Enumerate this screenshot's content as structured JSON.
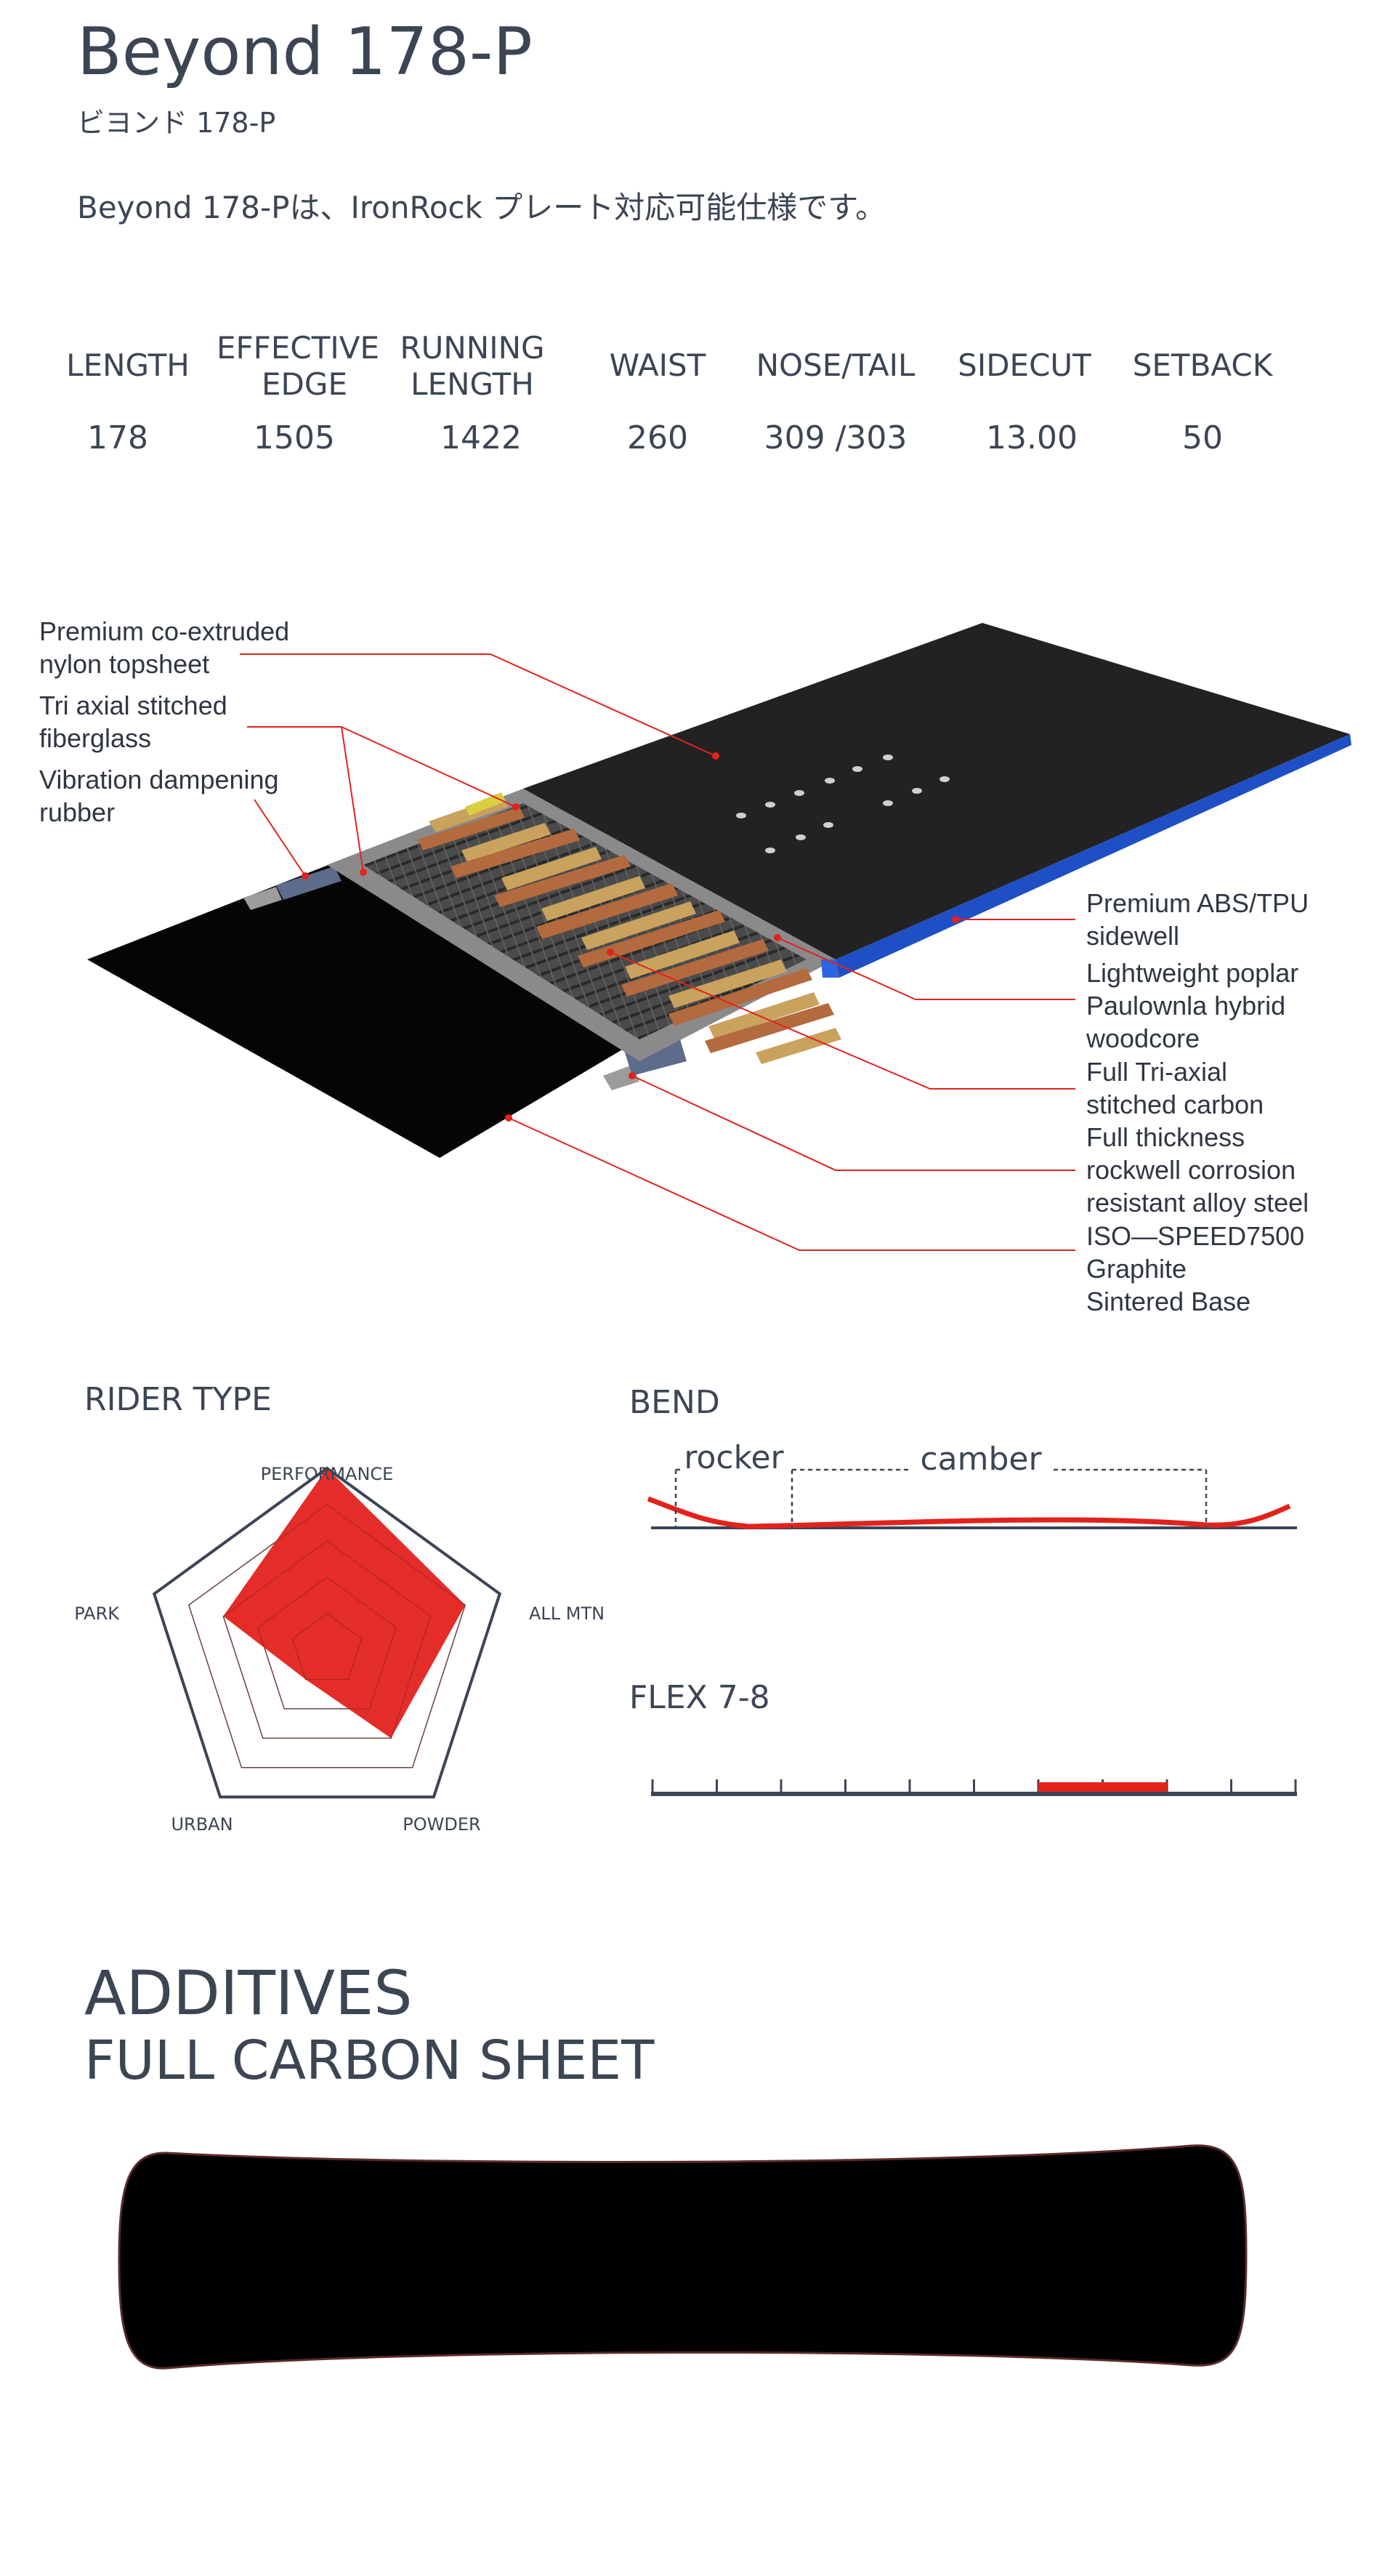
{
  "header": {
    "title": "Beyond 178-P",
    "subtitle": "ビヨンド 178-P",
    "description": "Beyond 178-Pは、IronRock プレート対応可能仕様です。"
  },
  "specs": {
    "headers": [
      {
        "line1": "LENGTH",
        "line2": ""
      },
      {
        "line1": "EFFECTIVE",
        "line2": "EDGE"
      },
      {
        "line1": "RUNNING",
        "line2": "LENGTH"
      },
      {
        "line1": "WAIST",
        "line2": ""
      },
      {
        "line1": "NOSE/TAIL",
        "line2": ""
      },
      {
        "line1": "SIDECUT",
        "line2": ""
      },
      {
        "line1": "SETBACK",
        "line2": ""
      }
    ],
    "values": [
      "178",
      "1505",
      "1422",
      "260",
      "309 /303",
      "13.00",
      "50"
    ]
  },
  "layers": {
    "left": [
      {
        "line1": "Premium co-extruded",
        "line2": "nylon topsheet"
      },
      {
        "line1": "Tri axial stitched",
        "line2": "fiberglass"
      },
      {
        "line1": "Vibration dampening",
        "line2": "rubber"
      }
    ],
    "right": [
      {
        "lines": [
          "Premium ABS/TPU",
          "sidewell"
        ]
      },
      {
        "lines": [
          "Lightweight poplar",
          "Paulownla hybrid",
          "woodcore"
        ]
      },
      {
        "lines": [
          "Full Tri-axial",
          "stitched carbon"
        ]
      },
      {
        "lines": [
          "Full thickness",
          "rockwell corrosion",
          "resistant alloy steel"
        ]
      },
      {
        "lines": [
          "ISO—SPEED7500",
          "Graphite",
          "Sintered Base"
        ]
      }
    ]
  },
  "rider_type": {
    "title": "RIDER TYPE",
    "axes": [
      "PERFORMANCE",
      "ALL MTN",
      "POWDER",
      "URBAN",
      "PARK"
    ],
    "values": [
      5,
      4,
      3,
      1,
      3
    ],
    "max": 5,
    "fill_color": "#e3221c"
  },
  "bend": {
    "title": "BEND",
    "rocker_label": "rocker",
    "camber_label": "camber",
    "line_color": "#e3221c"
  },
  "flex": {
    "title": "FLEX 7-8",
    "min": 0,
    "max": 10,
    "range": [
      6,
      8
    ],
    "bar_color": "#e3221c"
  },
  "additives": {
    "title": "ADDITIVES",
    "subtitle": "FULL CARBON SHEET"
  },
  "colors": {
    "text": "#3c4554",
    "accent": "#e3221c",
    "sidewall": "#1f4fc4"
  }
}
